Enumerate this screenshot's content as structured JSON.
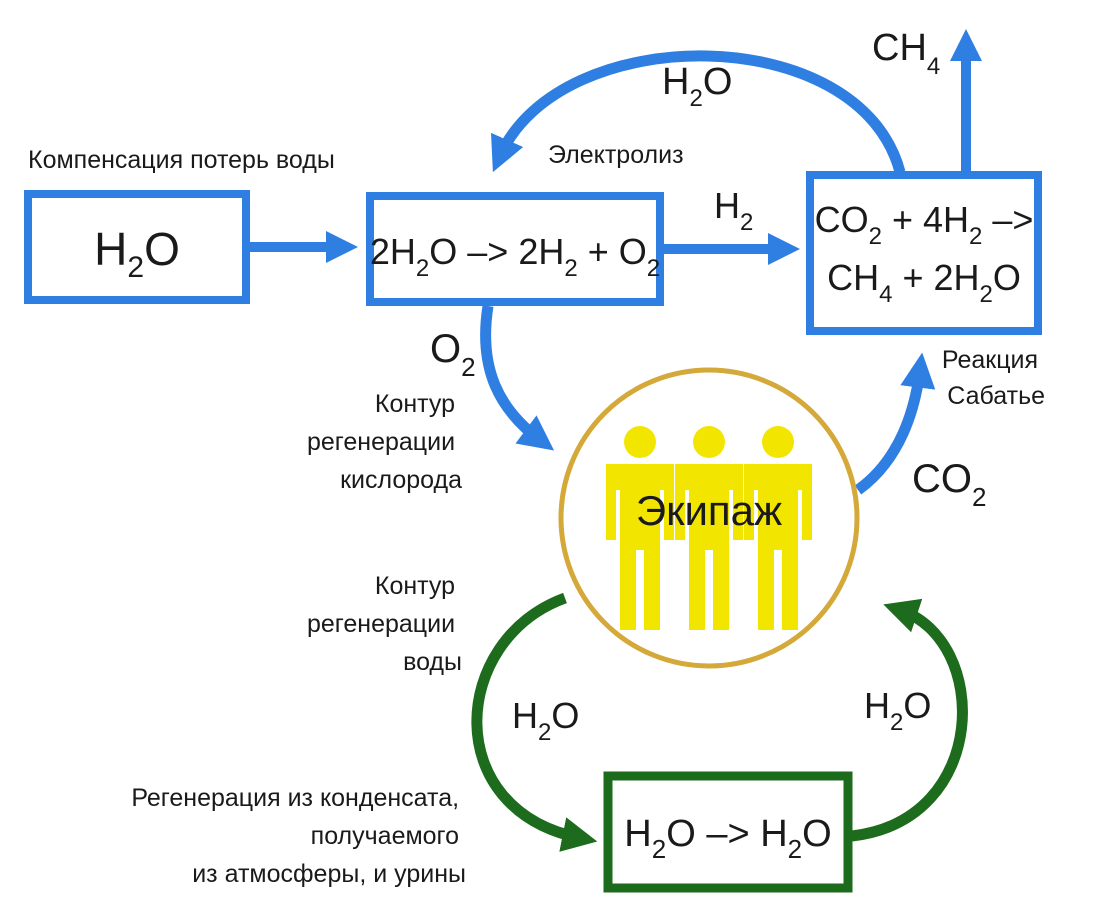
{
  "colors": {
    "blue": "#2f7fe3",
    "green": "#1d6b1d",
    "gold": "#d4a93a",
    "yellow": "#f2e600",
    "text": "#1a1a1a"
  },
  "boxes": {
    "source": {
      "main": "H",
      "sub": "2",
      "tail": "O"
    },
    "electrolysis": {
      "parts": [
        {
          "text": "2H"
        },
        {
          "sub": "2"
        },
        {
          "text": "O –> 2H"
        },
        {
          "sub": "2"
        },
        {
          "text": " + O"
        },
        {
          "sub": "2"
        }
      ]
    },
    "sabatier": {
      "line1": [
        {
          "text": "CO"
        },
        {
          "sub": "2"
        },
        {
          "text": " + 4H"
        },
        {
          "sub": "2"
        },
        {
          "text": " –>"
        }
      ],
      "line2": [
        {
          "text": "CH"
        },
        {
          "sub": "4"
        },
        {
          "text": " + 2H"
        },
        {
          "sub": "2"
        },
        {
          "text": "O"
        }
      ]
    },
    "condensate": {
      "parts": [
        {
          "text": "H"
        },
        {
          "sub": "2"
        },
        {
          "text": "O –> H"
        },
        {
          "sub": "2"
        },
        {
          "text": "O"
        }
      ]
    }
  },
  "labels": {
    "water_loss": "Компенсация потерь воды",
    "electrolysis": "Электролиз",
    "h2o_top": {
      "main": "H",
      "sub": "2",
      "tail": "O"
    },
    "ch4": {
      "main": "CH",
      "sub": "4"
    },
    "h2": {
      "main": "H",
      "sub": "2"
    },
    "o2": {
      "main": "O",
      "sub": "2"
    },
    "co2": {
      "main": "CO",
      "sub": "2"
    },
    "h2o_left": {
      "main": "H",
      "sub": "2",
      "tail": "O"
    },
    "h2o_right": {
      "main": "H",
      "sub": "2",
      "tail": "O"
    },
    "sabatier_reaction": [
      "Реакция",
      "Сабатье"
    ],
    "oxygen_loop": [
      "Контур",
      "регенерации",
      "кислорода"
    ],
    "water_loop": [
      "Контур",
      "регенерации",
      "воды"
    ],
    "condensate_note": [
      "Регенерация из конденсата,",
      "получаемого",
      "из атмосферы, и урины"
    ],
    "crew": "Экипаж"
  }
}
